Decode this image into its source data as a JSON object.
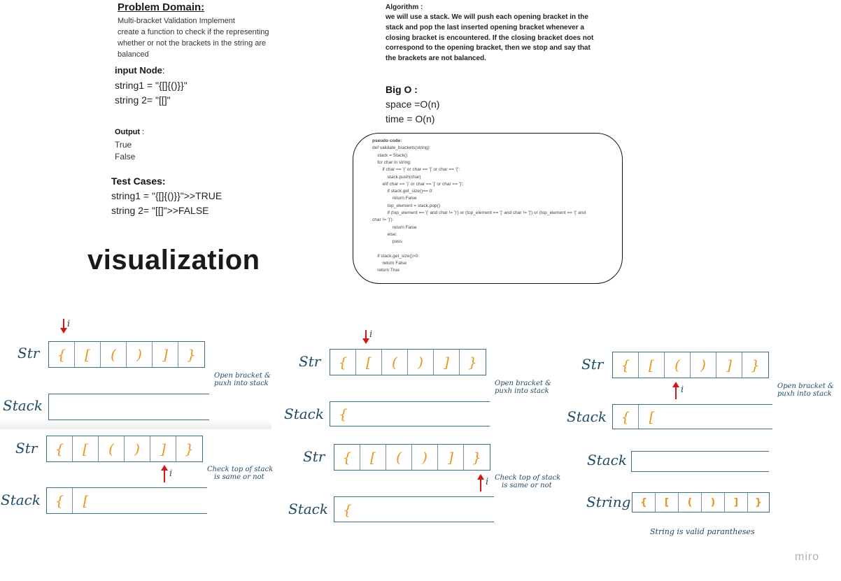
{
  "problem": {
    "title": "Problem Domain:",
    "lines": [
      "Multi-bracket Validation Implement",
      "create a function to check if the representing",
      "whether or not the brackets in the string are",
      "balanced"
    ]
  },
  "input": {
    "title": "input Node",
    "colon": ":",
    "lines": [
      "string1 = \"{[]{()}}\"",
      "string 2= \"[[]\""
    ]
  },
  "output": {
    "title": "Output",
    "colon": " :",
    "lines": [
      "True",
      "False"
    ]
  },
  "tests": {
    "title": "Test Cases:",
    "lines": [
      "string1 = \"{[]{()}}\">>TRUE",
      "string 2= \"[[]\">>FALSE"
    ]
  },
  "algorithm": {
    "title": "Algorithm :",
    "lines": [
      "we will use a stack. We will push each opening bracket in the",
      "stack and pop the last inserted opening bracket whenever a",
      "closing bracket is encountered. If the closing bracket does not",
      "correspond to the opening bracket, then we stop and say that",
      "the brackets are not balanced."
    ]
  },
  "bigo": {
    "title": "Big O :",
    "space": " space =O(n)",
    "time": "time = O(n)"
  },
  "pseudo": [
    "pseudo code:",
    "def validate_brackets(string):",
    "    stack = Stack()",
    "    for char in string:",
    "        if char == '(' or char == '[' or char == '{':",
    "            stack.push(char)",
    "        elif char == ')' or char == ']' or char == '}':",
    "            if stack.get_size()== 0:",
    "                return False",
    "            top_element = stack.pop()",
    "            if (top_element == '(' and char != ')') or (top_element == '[' and char != ']') or (top_element == '{' and",
    "char != '}'):",
    "                return False",
    "            else:",
    "                pass",
    "",
    "    if stack.get_size()>0:",
    "        return False",
    "    return True"
  ],
  "visualization": "visualization",
  "labels": {
    "str": "Str",
    "stack": "Stack",
    "string": "String",
    "pointer": "i"
  },
  "brackets": [
    "{",
    "[",
    "(",
    ")",
    "]",
    "}"
  ],
  "final_string": [
    "{",
    "[",
    "(",
    ")",
    "]",
    "}"
  ],
  "notes": {
    "push1": "Open bracket &",
    "push2": "puxh into stack",
    "check1": "Check top of stack",
    "check2": "is same or not",
    "valid": "String is valid parantheses"
  },
  "stacks": {
    "p1_top": [],
    "p1_bottom": [
      "{",
      "["
    ],
    "p2_top": [
      "{"
    ],
    "p2_bottom": [
      "{"
    ],
    "p3_top": [
      "{",
      "["
    ],
    "p3_empty": []
  },
  "watermark": "miro"
}
